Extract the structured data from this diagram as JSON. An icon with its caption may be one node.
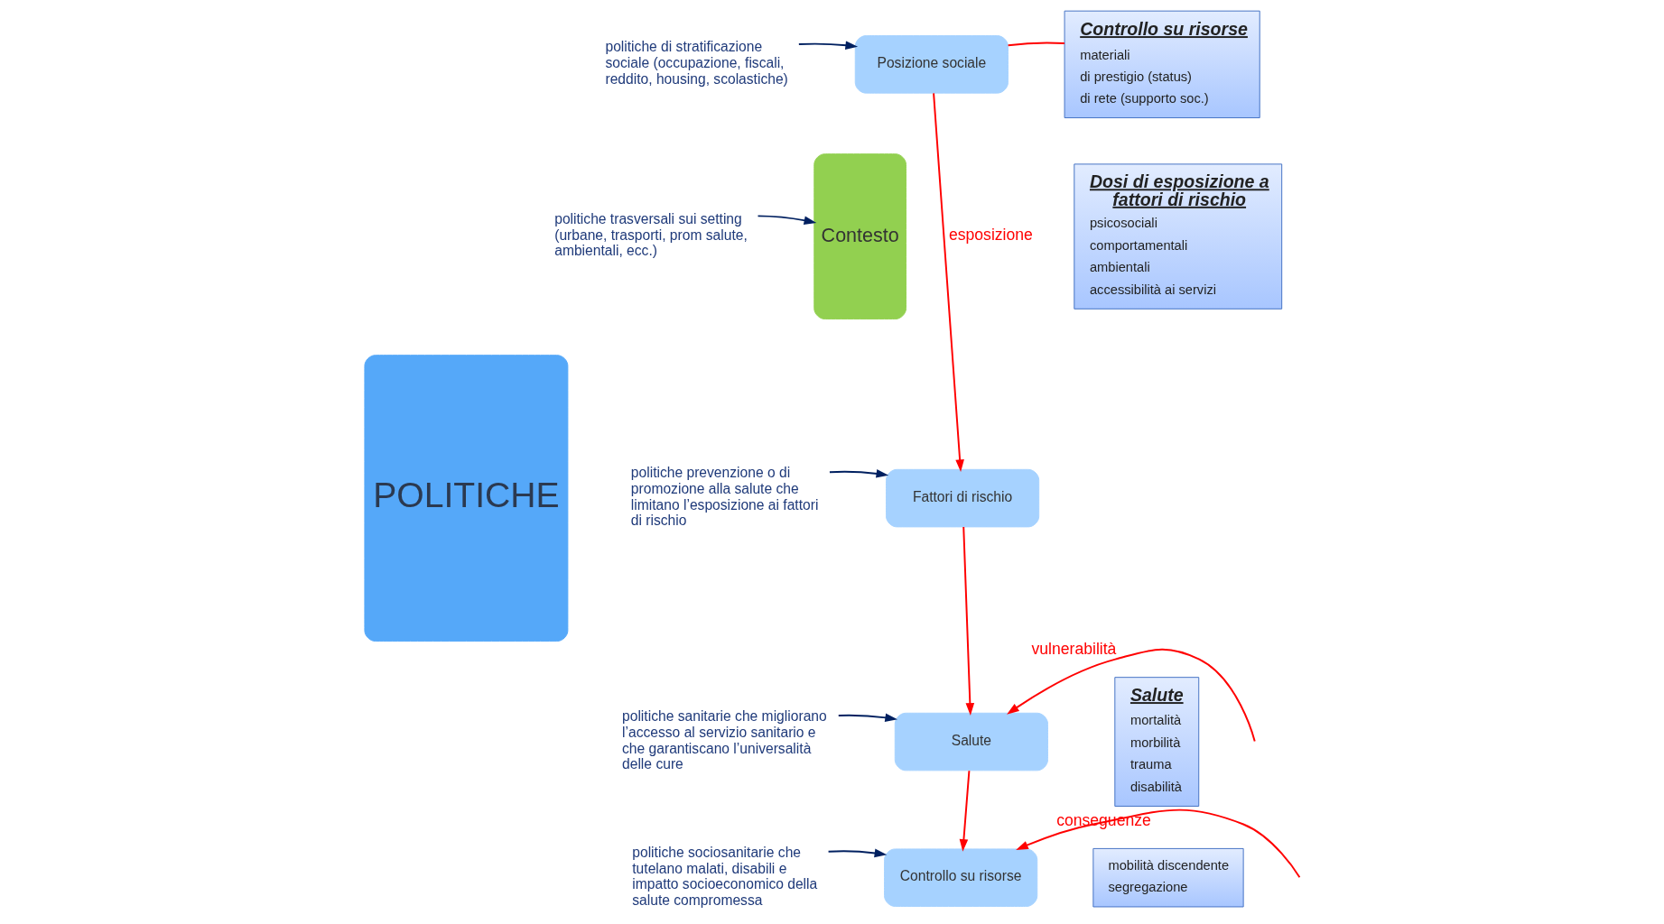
{
  "diagram": {
    "nodes": [
      {
        "text": [
          "POLITICHE"
        ]
      },
      {
        "text": [
          "politiche di stratificazione sociale (occupazione, fiscali, reddito, housing, scolastiche)"
        ]
      },
      {
        "text": [
          "Posizione sociale"
        ]
      },
      {
        "text": [
          "Contesto"
        ]
      },
      {
        "text": [
          "Controllo su risorse",
          "materiali",
          "di prestigio (status)",
          "di rete (supporto soc.)"
        ]
      },
      {
        "text": [
          "politiche trasversali sui setting (urbane, trasporti, prom salute, ambientali, ecc.)"
        ]
      },
      {
        "text": [
          "Dosi di esposizione a fattori di rischio",
          "psicosociali",
          "comportamentali",
          "ambientali",
          "accessibilità ai servizi"
        ]
      },
      {
        "text": [
          "politiche prevenzione o di promozione alla salute che limitano l’esposizione ai fattori di rischio"
        ]
      },
      {
        "text": [
          "Fattori di rischio"
        ]
      },
      {
        "text": [
          "politiche sanitarie che migliorano l’accesso al servizio sanitario e che garantiscano l’universalità delle cure"
        ]
      },
      {
        "text": [
          "Salute"
        ]
      },
      {
        "text": [
          "Salute",
          "mortalità",
          "morbilità",
          "trauma",
          "disabilità"
        ]
      },
      {
        "text": [
          "politiche sociosanitarie che tutelano malati, disabili e impatto socioeconomico della salute compromessa"
        ]
      },
      {
        "text": [
          "Controllo su risorse"
        ]
      },
      {
        "text": [
          "mobilità discendente",
          "segregazione"
        ]
      }
    ],
    "edges": [
      {
        "from": 1,
        "to": 2,
        "arrow": "to",
        "color": "#002060"
      },
      {
        "from": 5,
        "to": 3,
        "arrow": "to",
        "color": "#002060"
      },
      {
        "from": 7,
        "to": 8,
        "arrow": "to",
        "color": "#002060"
      },
      {
        "from": 9,
        "to": 10,
        "arrow": "to",
        "color": "#002060"
      },
      {
        "from": 12,
        "to": 13,
        "arrow": "to",
        "color": "#002060"
      },
      {
        "from": 2,
        "to": 8,
        "arrow": "to",
        "label": "esposizione",
        "color": "#ff0000"
      },
      {
        "from": 8,
        "to": 10,
        "arrow": "to",
        "color": "#ff0000"
      },
      {
        "from": 10,
        "to": 13,
        "arrow": "to",
        "color": "#ff0000"
      },
      {
        "from": 2,
        "to": 4,
        "arrow": "none",
        "color": "#ff0000"
      },
      {
        "from": null,
        "to": 10,
        "arrow": "to",
        "label": "vulnerabilità",
        "color": "#ff0000"
      },
      {
        "from": null,
        "to": 13,
        "arrow": "to",
        "label": "conseguenze",
        "color": "#ff0000"
      }
    ]
  }
}
